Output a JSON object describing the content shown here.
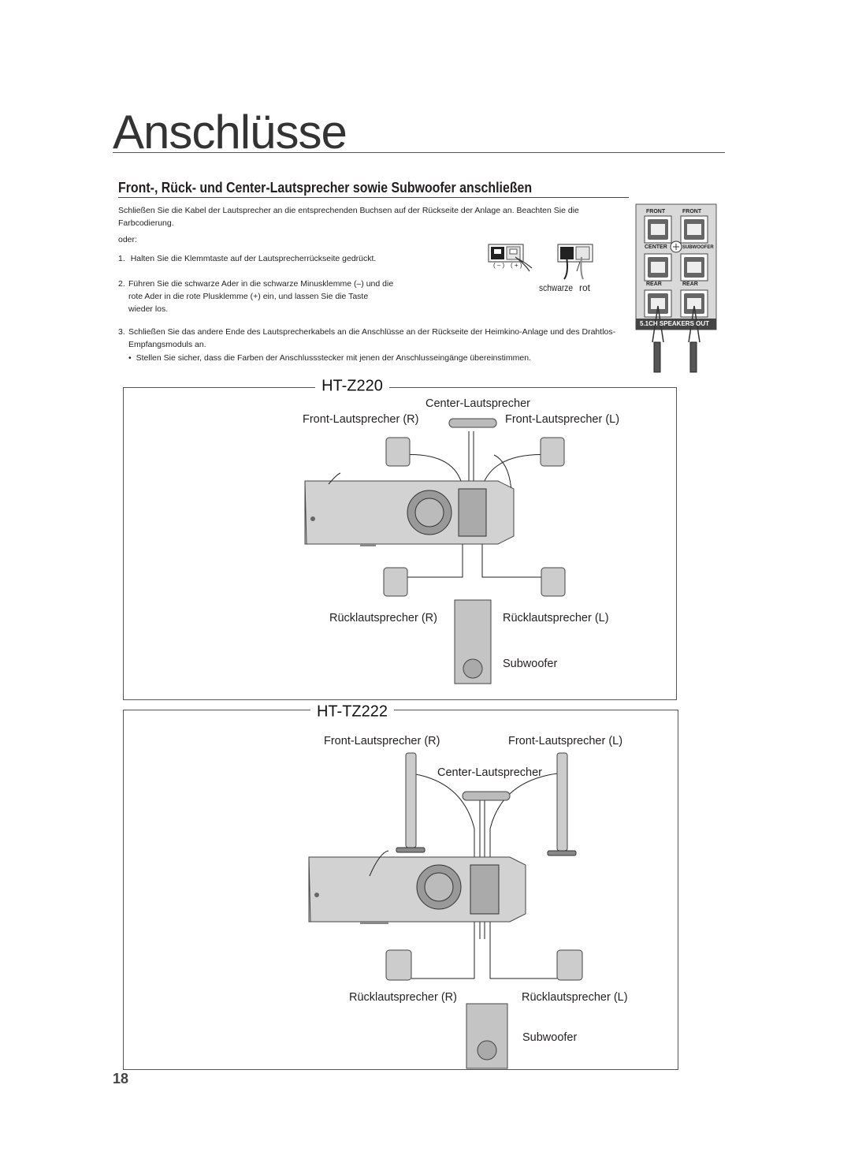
{
  "page": {
    "title": "Anschlüsse",
    "section_heading": "Front-, Rück- und Center-Lautsprecher sowie Subwoofer anschließen",
    "page_number": "18"
  },
  "instructions": {
    "intro": "Schließen Sie die Kabel der Lautsprecher an die entsprechenden Buchsen auf der Rückseite der Anlage an. Beachten Sie die Farbcodierung.",
    "oder": "oder:",
    "steps": [
      {
        "num": "1.",
        "text": "Halten Sie die Klemmtaste auf der Lautsprecherrückseite gedrückt."
      },
      {
        "num": "2.",
        "text": "Führen Sie die schwarze Ader in die schwarze Minusklemme (–) und die rote Ader in die rote Plusklemme (+) ein, und lassen Sie die Taste wieder los."
      },
      {
        "num": "3.",
        "text": "Schließen Sie das andere Ende des Lautsprecherkabels an die Anschlüsse an der Rückseite der Heimkino-Anlage und des Drahtlos-Empfangsmoduls an."
      }
    ],
    "bullet": "Stellen Sie sicher, dass die Farben der Anschlussstecker mit jenen der Anschlusseingänge übereinstimmen."
  },
  "terminal_figure": {
    "minus": "( – )",
    "plus": "( + )",
    "black_label": "schwarze",
    "red_label": "rot"
  },
  "speaker_panel": {
    "front_left": "FRONT",
    "front_right": "FRONT",
    "center": "CENTER",
    "subwoofer": "SUBWOOFER",
    "rear_left": "REAR",
    "rear_right": "REAR",
    "footer": "5.1CH SPEAKERS OUT"
  },
  "diagrams": [
    {
      "model": "HT-Z220",
      "labels": {
        "center": "Center-Lautsprecher",
        "front_r": "Front-Lautsprecher (R)",
        "front_l": "Front-Lautsprecher (L)",
        "rear_r": "Rücklautsprecher (R)",
        "rear_l": "Rücklautsprecher (L)",
        "subwoofer": "Subwoofer"
      }
    },
    {
      "model": "HT-TZ222",
      "labels": {
        "front_r": "Front-Lautsprecher (R)",
        "front_l": "Front-Lautsprecher (L)",
        "center": "Center-Lautsprecher",
        "rear_r": "Rücklautsprecher (R)",
        "rear_l": "Rücklautsprecher (L)",
        "subwoofer": "Subwoofer"
      }
    }
  ]
}
